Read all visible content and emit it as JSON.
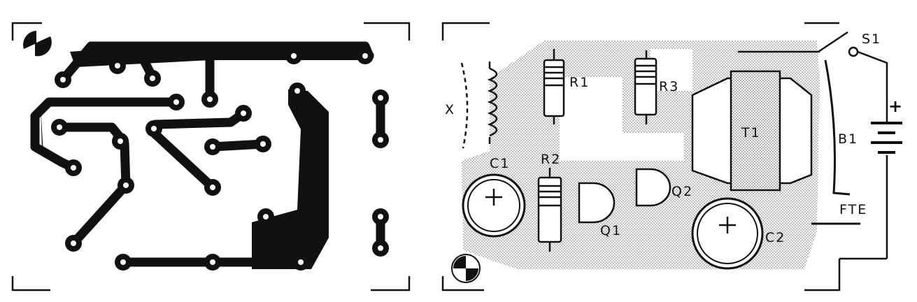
{
  "figure": {
    "panels": [
      "pcb-copper-side",
      "component-layout"
    ],
    "colors": {
      "ink": "#111111",
      "copper_shade": "#c8c8c8",
      "paper": "#ffffff"
    }
  },
  "layout": {
    "components": {
      "x": "X",
      "r1": "R1",
      "r2": "R2",
      "r3": "R3",
      "c1": "C1",
      "c2": "C2",
      "q1": "Q1",
      "q2": "Q2",
      "t1": "T1",
      "b1": "B1",
      "s1": "S1",
      "fte": "FTE",
      "battery_plus": "+"
    }
  }
}
